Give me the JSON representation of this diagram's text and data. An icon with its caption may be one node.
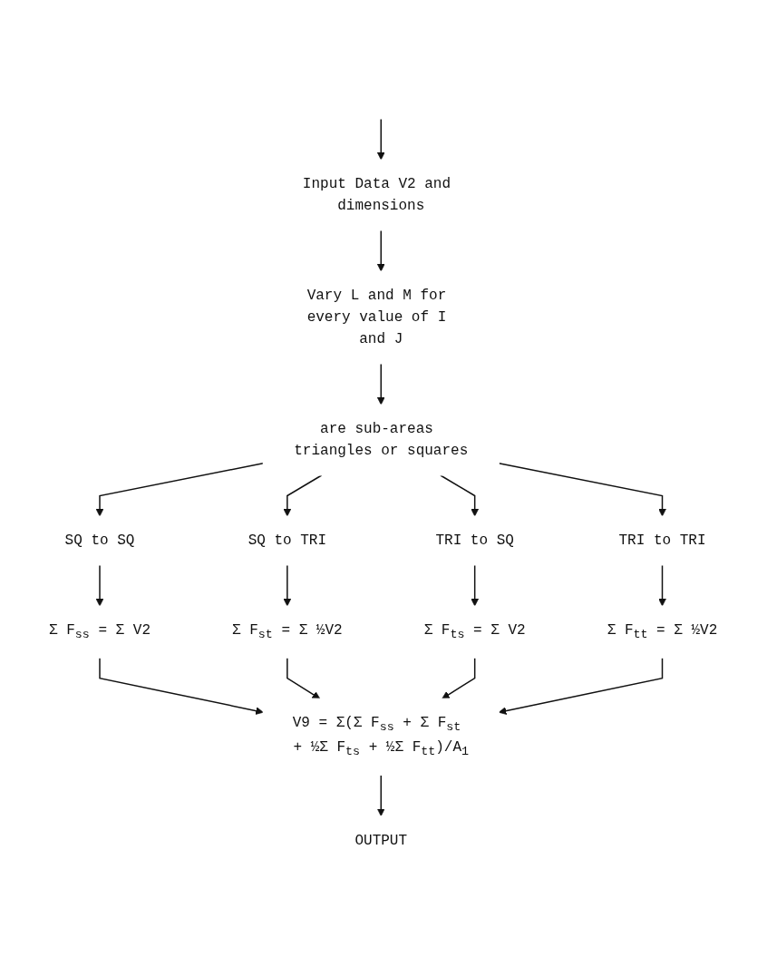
{
  "diagram": {
    "nodes": [
      {
        "text": [
          "Input Data V2 and dimensions"
        ]
      },
      {
        "text": [
          "Vary L and M for every value of I and J"
        ]
      },
      {
        "text": [
          "are sub-areas triangles or squares"
        ]
      },
      {
        "text": [
          "Σ F$_{ss}$ = Σ V2"
        ]
      },
      {
        "text": [
          "SQ to SQ"
        ]
      },
      {
        "text": [
          "Σ F$_{st}$ = Σ ½V2"
        ]
      },
      {
        "text": [
          "SQ to TRI"
        ]
      },
      {
        "text": [
          "Σ F$_{ts}$ = Σ V2"
        ]
      },
      {
        "text": [
          "TRI to SQ"
        ]
      },
      {
        "text": [
          "Σ F$_{tt}$ = Σ ½V2"
        ]
      },
      {
        "text": [
          "TRI to TRI"
        ]
      },
      {
        "text": [
          "V9 = Σ(Σ F$_{ss}$ + Σ F$_{st}$ + ½Σ F$_{ts}$ + ½Σ F$_{tt}$)/A$_{1}$"
        ]
      },
      {
        "text": [
          "OUTPUT"
        ]
      }
    ],
    "edges": [
      {
        "from": null,
        "to": 0,
        "arrow": "to"
      },
      {
        "from": 0,
        "to": 1,
        "arrow": "to"
      },
      {
        "from": 1,
        "to": 2,
        "arrow": "to"
      },
      {
        "from": 2,
        "to": 4,
        "arrow": "to"
      },
      {
        "from": 2,
        "to": 6,
        "arrow": "to"
      },
      {
        "from": 2,
        "to": 8,
        "arrow": "to"
      },
      {
        "from": 2,
        "to": 10,
        "arrow": "to"
      },
      {
        "from": 4,
        "to": 3,
        "arrow": "to"
      },
      {
        "from": 6,
        "to": 5,
        "arrow": "to"
      },
      {
        "from": 8,
        "to": 7,
        "arrow": "to"
      },
      {
        "from": 10,
        "to": 9,
        "arrow": "to"
      },
      {
        "from": 3,
        "to": 11,
        "arrow": "to"
      },
      {
        "from": 5,
        "to": 11,
        "arrow": "to"
      },
      {
        "from": 7,
        "to": 11,
        "arrow": "to"
      },
      {
        "from": 9,
        "to": 11,
        "arrow": "to"
      },
      {
        "from": 11,
        "to": 12,
        "arrow": "to"
      }
    ]
  }
}
